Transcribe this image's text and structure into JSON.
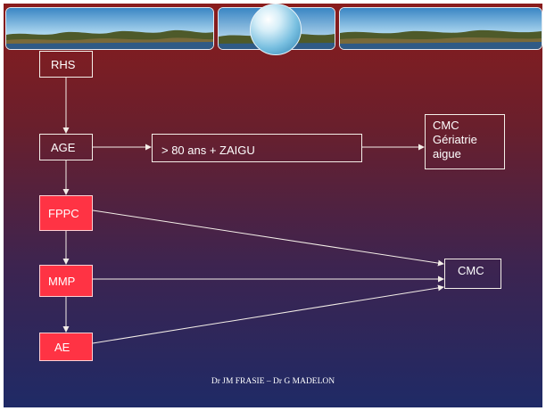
{
  "slide": {
    "nodes": {
      "rhs": "RHS",
      "age": "AGE",
      "condition": "> 80 ans + ZAIGU",
      "geriatrie": "CMC\nGériatrie\naigue",
      "fppc": "FPPC",
      "mmp": "MMP",
      "ae": "AE",
      "cmc": "CMC"
    },
    "footer": "Dr JM FRASIE – Dr G MADELON"
  },
  "colors": {
    "background_top": "#8a1c1c",
    "background_bottom": "#1f2a66",
    "highlight_box": "#ff3344",
    "outline": "#f4eee8"
  }
}
